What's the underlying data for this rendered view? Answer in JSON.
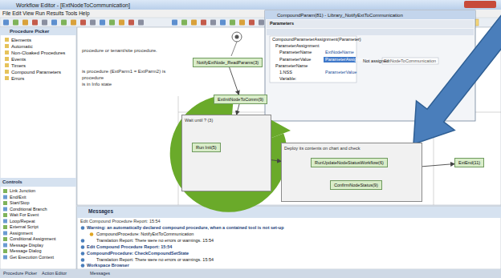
{
  "diagram": {
    "nodes": [
      {
        "text": [
          "NotifyExtNode_ReadParams(3)"
        ]
      },
      {
        "text": [
          "ExtInitNodeToComm(9)"
        ]
      },
      {
        "text": [
          "Wait until ? (3)"
        ]
      },
      {
        "text": [
          "Run Init(5)"
        ],
        "in": 2
      },
      {
        "text": [
          "Deploy its contents on chart and check"
        ]
      },
      {
        "text": [
          "RunUpdateNodeStatusWorkflow(6)"
        ],
        "in": 4
      },
      {
        "text": [
          "ConfirmNodeStatus(9)"
        ],
        "in": 4
      },
      {
        "text": [
          "ExtEnd(11)"
        ]
      }
    ],
    "edges": [
      {
        "from": 0,
        "to": 1,
        "arrow": "to"
      },
      {
        "from": 1,
        "to": 2,
        "arrow": "to"
      },
      {
        "from": 2,
        "to": 4,
        "arrow": "to"
      },
      {
        "from": 5,
        "to": 6,
        "arrow": "to"
      },
      {
        "from": 4,
        "to": 7,
        "arrow": "to"
      }
    ],
    "labels": [
      "Workflow Editor - [ExtNodeToCommunication]",
      "File Edit View Run Results Tools Help",
      "Procedure Picker",
      "Elements",
      "Automatic",
      "Non-Cloaked Procedures",
      "Events",
      "Timers",
      "Compound Parameters",
      "Errors",
      "Controls",
      "Link Junction",
      "End/Exit",
      "Start/Stop",
      "Conditional Branch",
      "Wait For Event",
      "Loop/Repeat",
      "External Script",
      "Assignment",
      "Conditional Assignment",
      "Message Display",
      "Message Dialog",
      "Get Execution Context",
      "procedure or tenant/site procedure.",
      "is procedure (ExtParm1 = ExtParm2) is",
      "procedure",
      "is in Info state",
      "CompoundParam(81) - Library_NotifyExtToCommunication",
      "Parameters",
      "CompoundParameterAssignment(Parameter)",
      "ParameterAssignment",
      "ParameterName",
      "ExtNodeName",
      "ParameterValue",
      "ParameterAssignment",
      "ParameterName",
      "1.NSS",
      "ParameterValue",
      "Variable:",
      "Not assigned",
      "ExtNodeToCommunication",
      "Messages",
      "Edit Compound Procedure Report: 15:54",
      "Warning: an automatically declared compound procedure, when a contained tool is not set-up",
      "CompoundProcedure: NotifyExtToCommunication",
      "Translation Report: There were no errors or warnings. 15:54",
      "Edit Compound Procedure Report: 15:54",
      "CompoundProcedure: CheckCompoundSetState",
      "Translation Report: There were no errors or warnings. 15:54",
      "Workspace Browser",
      "Procedure Picker",
      "Action Editor",
      "Messages"
    ]
  }
}
